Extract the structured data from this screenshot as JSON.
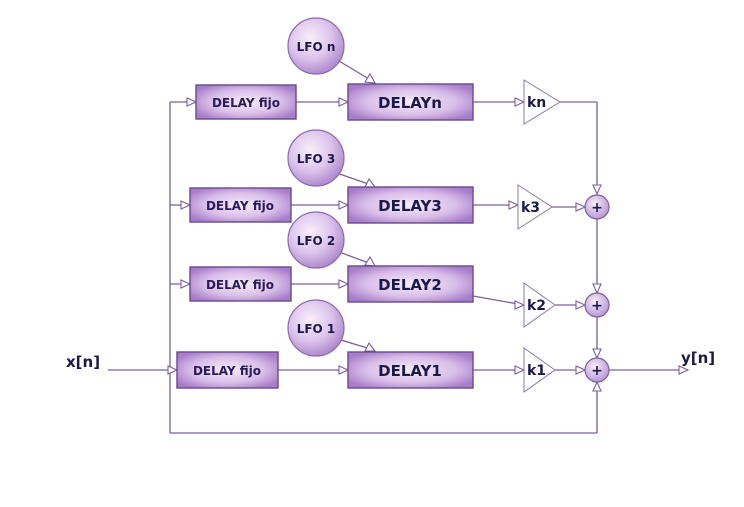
{
  "input_label": "x[n]",
  "output_label": "y[n]",
  "fixed_delay_label": "DELAY fijo",
  "branches": [
    {
      "lfo": "LFO n",
      "delay": "DELAYn",
      "gain": "kn"
    },
    {
      "lfo": "LFO 3",
      "delay": "DELAY3",
      "gain": "k3"
    },
    {
      "lfo": "LFO 2",
      "delay": "DELAY2",
      "gain": "k2"
    },
    {
      "lfo": "LFO 1",
      "delay": "DELAY1",
      "gain": "k1"
    }
  ],
  "adder_symbol": "+",
  "colors": {
    "box_fill_center": "#f3e6f6",
    "box_fill_edge": "#b890d6",
    "box_stroke": "#6a4a8e",
    "wire": "#7a5fa0",
    "text": "#1a1a4a"
  }
}
